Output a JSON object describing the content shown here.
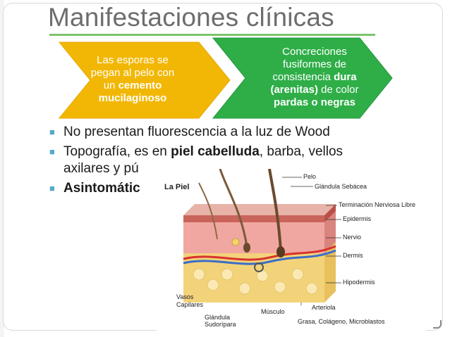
{
  "slide": {
    "title": "Manifestaciones clínicas"
  },
  "process": {
    "step1": {
      "line1": "Las esporas se",
      "line2": "pegan al pelo con",
      "line3_prefix": "un ",
      "line3_bold": "cemento",
      "line4_bold": "mucilaginoso"
    },
    "step2": {
      "line1": "Concreciones",
      "line2": "fusiformes de",
      "line3_prefix": "consistencia ",
      "line3_bold": "dura",
      "line4_bold": "(arenitas)",
      "line4_suffix": " de color",
      "line5_bold": "pardas o negras"
    }
  },
  "bullets": {
    "b1": "No presentan fluorescencia a la luz de Wood",
    "b2_prefix": "Topografía, es en ",
    "b2_bold": "piel cabelluda",
    "b2_suffix": ", barba, vellos",
    "b2_line2": "axilares y pú",
    "b3_bold": "Asintomátic"
  },
  "illustration": {
    "title": "La Piel",
    "labels": {
      "pelo": "Pelo",
      "glandula_sebacea": "Glándula Sebácea",
      "terminacion": "Terminación Nerviosa Libre",
      "epidermis": "Epidermis",
      "nervio": "Nervio",
      "dermis": "Dermis",
      "hipodermis": "Hipodermis",
      "arteriola": "Arteriola",
      "vasos": "Vasos",
      "capilares": "Capilares",
      "musculo": "Músculo",
      "glandula_sudoripara_1": "Glándula",
      "glandula_sudoripara_2": "Sudorípara",
      "grasa": "Grasa, Colágeno, Microblastos"
    }
  },
  "colors": {
    "title": "#6d6d6d",
    "accent_line": "#7cc36b",
    "chevron1": "#f2b705",
    "chevron2": "#2fae48",
    "bullet_marker": "#59a8c9"
  }
}
